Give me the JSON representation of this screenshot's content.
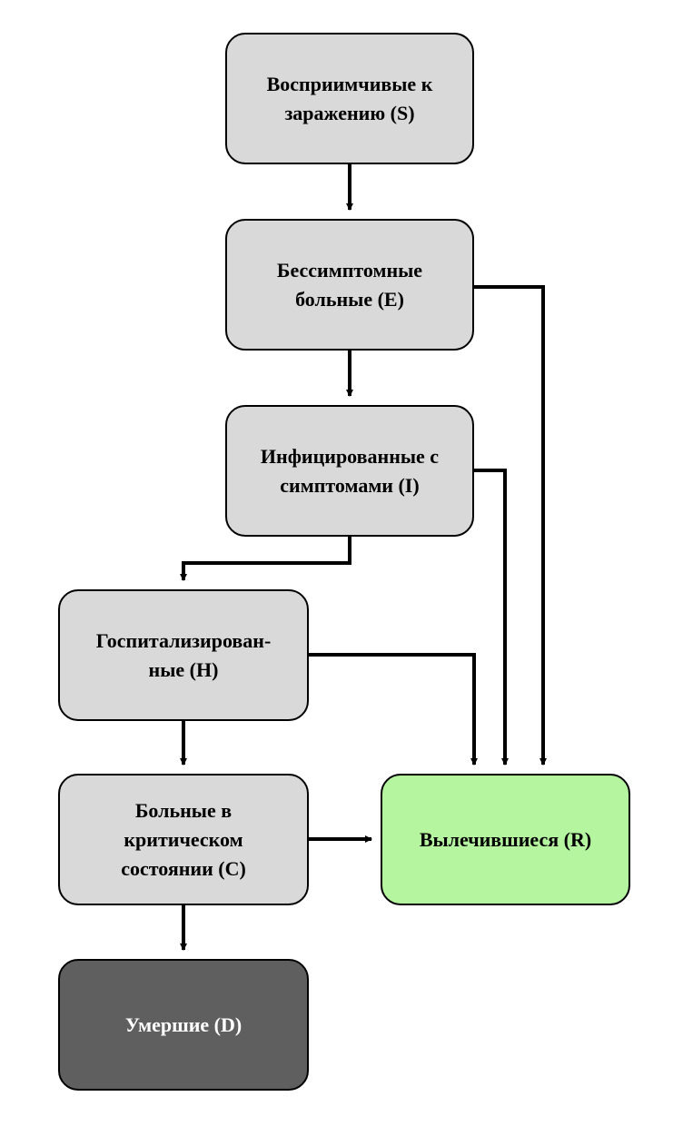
{
  "nodes": {
    "s": {
      "text": "Восприимчивые к\nзаражению (S)",
      "fill": "#d9d9d9",
      "color": "#000000"
    },
    "e": {
      "text": "Бессимптомные\nбольные (E)",
      "fill": "#d9d9d9",
      "color": "#000000"
    },
    "i": {
      "text": "Инфицированные с\nсимптомами (I)",
      "fill": "#d9d9d9",
      "color": "#000000"
    },
    "h": {
      "text": "Госпитализирован-\nные (H)",
      "fill": "#d9d9d9",
      "color": "#000000"
    },
    "c": {
      "text": "Больные в\nкритическом\nсостоянии (C)",
      "fill": "#d9d9d9",
      "color": "#000000"
    },
    "r": {
      "text": "Вылечившиеся (R)",
      "fill": "#b6f5a0",
      "color": "#000000"
    },
    "d": {
      "text": "Умершие (D)",
      "fill": "#5f5f5f",
      "color": "#ffffff"
    }
  },
  "edges": [
    {
      "from": "s",
      "to": "e"
    },
    {
      "from": "e",
      "to": "i"
    },
    {
      "from": "e",
      "to": "r"
    },
    {
      "from": "i",
      "to": "h"
    },
    {
      "from": "i",
      "to": "r"
    },
    {
      "from": "h",
      "to": "c"
    },
    {
      "from": "h",
      "to": "r"
    },
    {
      "from": "c",
      "to": "r"
    },
    {
      "from": "c",
      "to": "d"
    }
  ]
}
